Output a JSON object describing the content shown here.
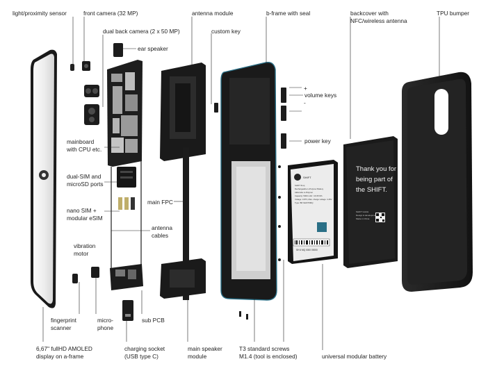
{
  "labels": {
    "light_sensor": "light/proximity sensor",
    "front_camera": "front camera (32 MP)",
    "antenna_module": "antenna module",
    "bframe": "b-frame with seal",
    "backcover": [
      "backcover with",
      "NFC/wireless antenna"
    ],
    "tpu_bumper": "TPU bumper",
    "dual_back_camera": "dual back camera (2 x 50 MP)",
    "custom_key": "custom key",
    "ear_speaker": "ear speaker",
    "volume_plus": "+",
    "volume_keys": "volume keys",
    "volume_minus": "-",
    "mainboard": [
      "mainboard",
      "with CPU etc."
    ],
    "power_key": "power key",
    "dual_sim": [
      "dual-SIM and",
      "microSD ports"
    ],
    "main_fpc": "main FPC",
    "nano_sim": [
      "nano SIM +",
      "modular eSIM"
    ],
    "antenna_cables": [
      "antenna",
      "cables"
    ],
    "vibration_motor": [
      "vibration",
      "motor"
    ],
    "fingerprint": [
      "fingerprint",
      "scanner"
    ],
    "microphone": [
      "micro-",
      "phone"
    ],
    "sub_pcb": "sub PCB",
    "display": [
      "6,67\" fullHD AMOLED",
      "display on a-frame"
    ],
    "charging_socket": [
      "charging socket",
      "(USB type C)"
    ],
    "main_speaker": [
      "main speaker",
      "module"
    ],
    "screws": [
      "T3 standard screws",
      "M1.4 (tool is enclosed)"
    ],
    "battery_label": "universal modular battery"
  },
  "battery_print": {
    "brand": "SHIFT",
    "spec_lines": [
      "SHIFT 6mq",
      "Rechargeable Li-Polymer Battery",
      "Akkuzelle Li-Polymer",
      "Capacity: 5000 mAh / 19.35 Wh",
      "Voltage: 3.87V, Max. charge voltage: 4.45V",
      "Type: BP-SHIFT6MQ"
    ],
    "serial": "SH 6 MQ 0000 00000"
  },
  "backcover_print": {
    "message": [
      "Thank you for",
      "being part of",
      "the SHIFT."
    ],
    "small_lines": [
      "SHIFT GmbH",
      "Design & development",
      "Made in China"
    ]
  },
  "colors": {
    "text": "#222222",
    "frame_accent": "#2a6f86",
    "dark_part": "#1c1c1c",
    "battery": "#141414",
    "battery_label": "#ececec",
    "display_face": "#f4f4f4"
  }
}
